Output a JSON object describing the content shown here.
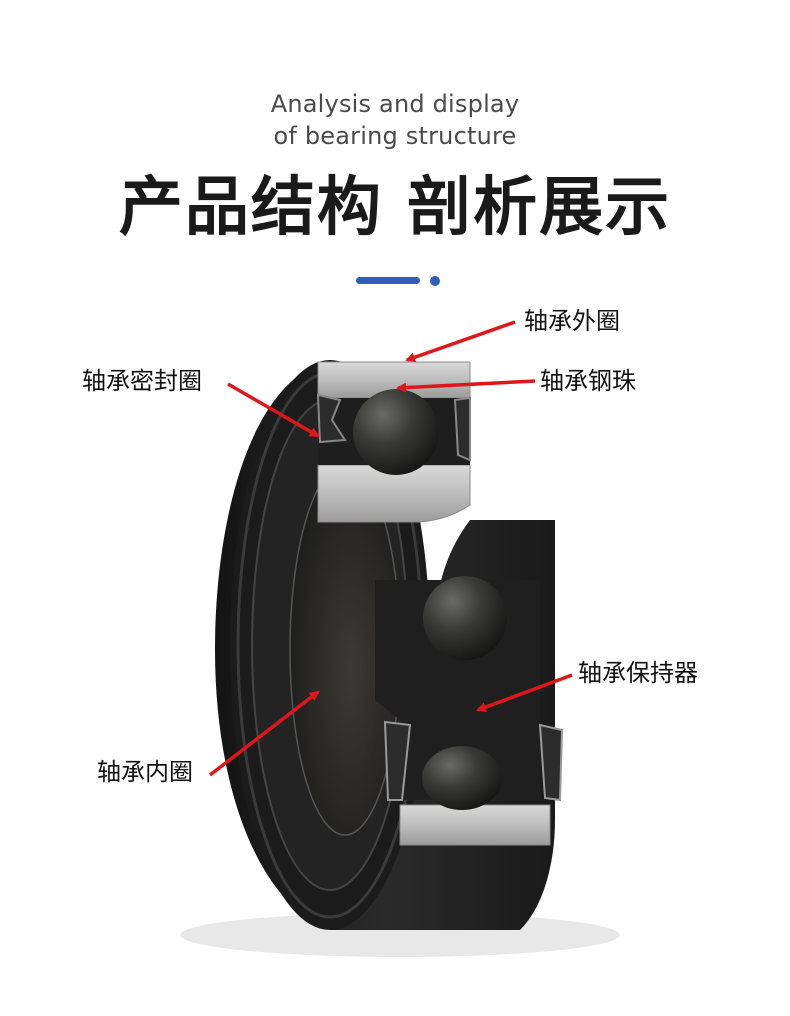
{
  "header": {
    "subtitle_line1": "Analysis and display",
    "subtitle_line2": "of bearing structure",
    "title": "产品结构 剖析展示"
  },
  "accent_color": "#2f5fb8",
  "arrow_color": "#e0161b",
  "labels": {
    "outer_ring": "轴承外圈",
    "seal": "轴承密封圈",
    "ball": "轴承钢珠",
    "cage": "轴承保持器",
    "inner_ring": "轴承内圈"
  }
}
